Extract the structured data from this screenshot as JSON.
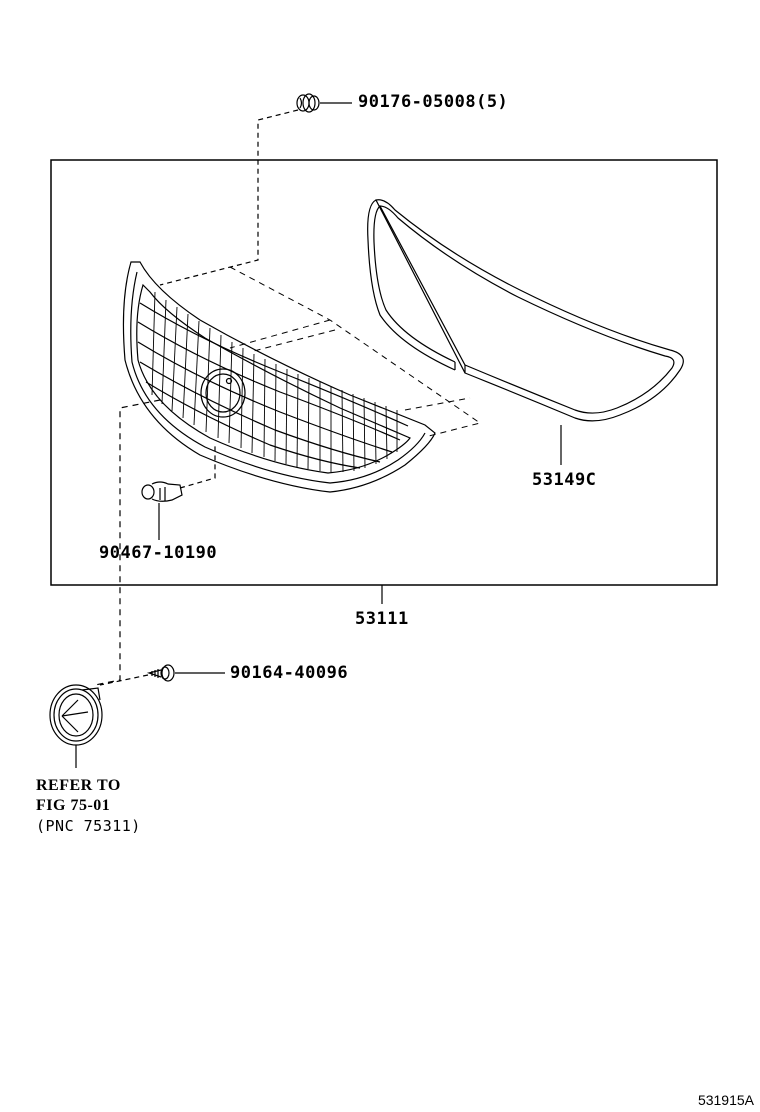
{
  "diagram": {
    "type": "parts-exploded-view",
    "figure_number": "531915A",
    "assembly": {
      "part_number": "53111",
      "description_hint": "radiator grille assembly"
    },
    "parts": [
      {
        "id": "clip-top",
        "part_number": "90176-05008(5)",
        "icon": "grommet-nut-icon"
      },
      {
        "id": "gasket",
        "part_number": "53149C",
        "icon": "grille-seal-icon"
      },
      {
        "id": "clip-lower",
        "part_number": "90467-10190",
        "icon": "clip-icon"
      },
      {
        "id": "assembly",
        "part_number": "53111",
        "icon": "grille-icon"
      },
      {
        "id": "screw",
        "part_number": "90164-40096",
        "icon": "screw-icon"
      },
      {
        "id": "emblem",
        "part_number": "",
        "icon": "emblem-icon"
      }
    ],
    "reference_note": {
      "line1": "REFER TO",
      "line2": "FIG 75-01",
      "line3": "(PNC 75311)"
    }
  },
  "colors": {
    "line": "#000000",
    "background": "#ffffff"
  }
}
